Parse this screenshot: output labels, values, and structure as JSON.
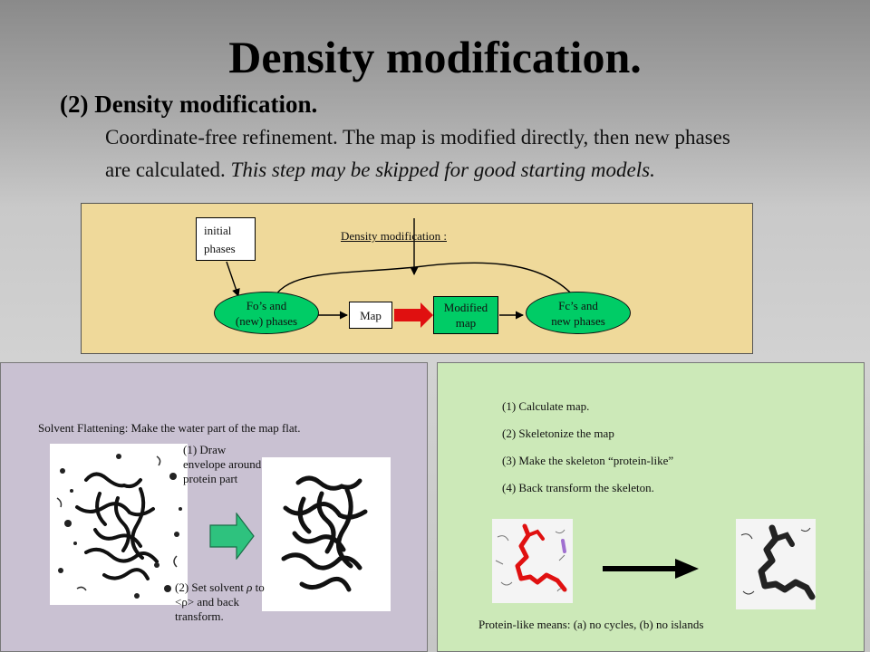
{
  "slide": {
    "title": "Density modification.",
    "subtitle": "(2) Density modification.",
    "intro_line1": "Coordinate-free refinement. The map is modified directly, then new phases",
    "intro_line2_plain": "are calculated. ",
    "intro_line2_italic": "This step may be skipped for good starting models."
  },
  "diagram": {
    "initial_phases_line1": "initial",
    "initial_phases_line2": "phases",
    "label": "Density modification :",
    "fos_line1": "Fo’s and",
    "fos_line2": "(new) phases",
    "map": "Map",
    "modified_line1": "Modified",
    "modified_line2": "map",
    "fcs_line1": "Fc’s and",
    "fcs_line2": "new phases",
    "colors": {
      "box_bg": "#efd99a",
      "node_fill": "#00cc66",
      "arrow_red": "#e01010"
    }
  },
  "solvent_panel": {
    "heading": "Solvent Flattening: Make the water part of the map flat.",
    "step1_line1": "(1) Draw",
    "step1_line2": "envelope around",
    "step1_line3": "protein part",
    "step2_line1_a": "(2) Set solvent ",
    "step2_rho": "ρ",
    "step2_line1_b": " to",
    "step2_line2": "<ρ> and back",
    "step2_line3": "transform.",
    "colors": {
      "panel_bg": "#c9c1d2",
      "arrow_fill": "#2ec27e"
    }
  },
  "skeleton_panel": {
    "steps": [
      "(1) Calculate map.",
      "(2) Skeletonize the map",
      "(3) Make the skeleton “protein-like”",
      "(4) Back transform the skeleton."
    ],
    "footer": "Protein-like means: (a) no cycles, (b) no islands",
    "colors": {
      "panel_bg": "#cce9b8",
      "skeleton_red": "#e01010"
    }
  }
}
